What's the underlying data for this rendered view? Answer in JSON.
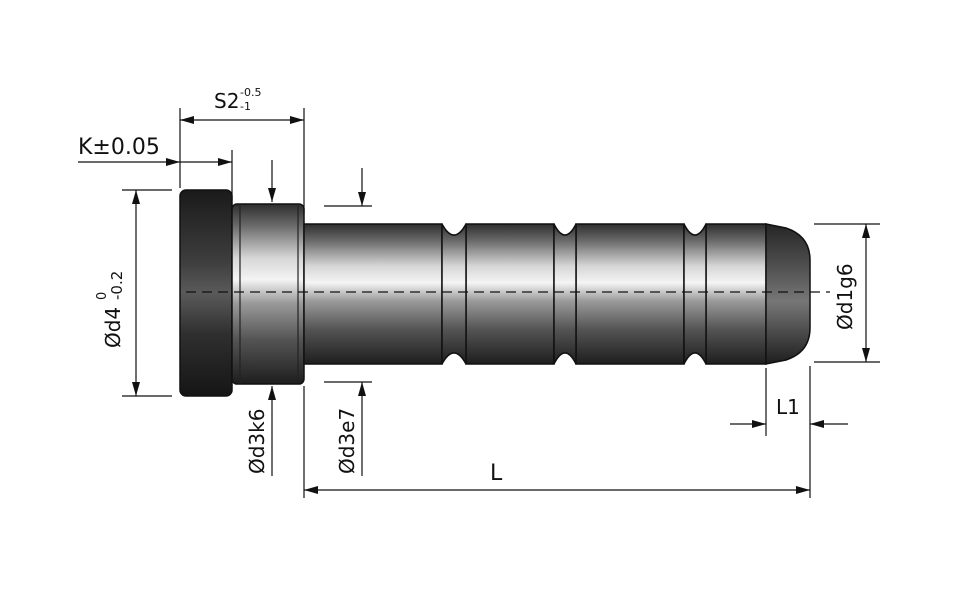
{
  "labels": {
    "s2_main": "S2",
    "s2_upper": "-0.5",
    "s2_lower": "-1",
    "k_tol": "K±0.05",
    "d4_main": "Ød4",
    "d4_upper": "0",
    "d4_lower": "-0.2",
    "d3k6": "Ød3k6",
    "d3e7": "Ød3e7",
    "l1": "L1",
    "l": "L",
    "d1g6": "Ød1g6"
  },
  "colors": {
    "line": "#111111",
    "steel_dark": "#3a3a3a",
    "steel_light": "#e8e8e8",
    "background": "#ffffff"
  }
}
